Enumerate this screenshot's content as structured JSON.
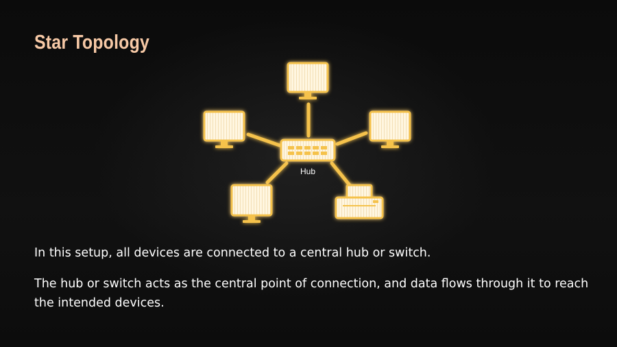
{
  "slide": {
    "title": "Star Topology",
    "paragraphs": [
      "In this setup, all devices are connected to a central hub or switch.",
      "The hub or switch acts as the central point of connection, and data flows through it to reach the intended devices."
    ]
  },
  "diagram": {
    "hub_label": "Hub",
    "accent_color": "#F5C24C",
    "screen_fill": "#FFF6E0",
    "icons": [
      "monitor-icon",
      "monitor-icon",
      "monitor-icon",
      "monitor-icon",
      "printer-icon",
      "hub-icon"
    ]
  }
}
